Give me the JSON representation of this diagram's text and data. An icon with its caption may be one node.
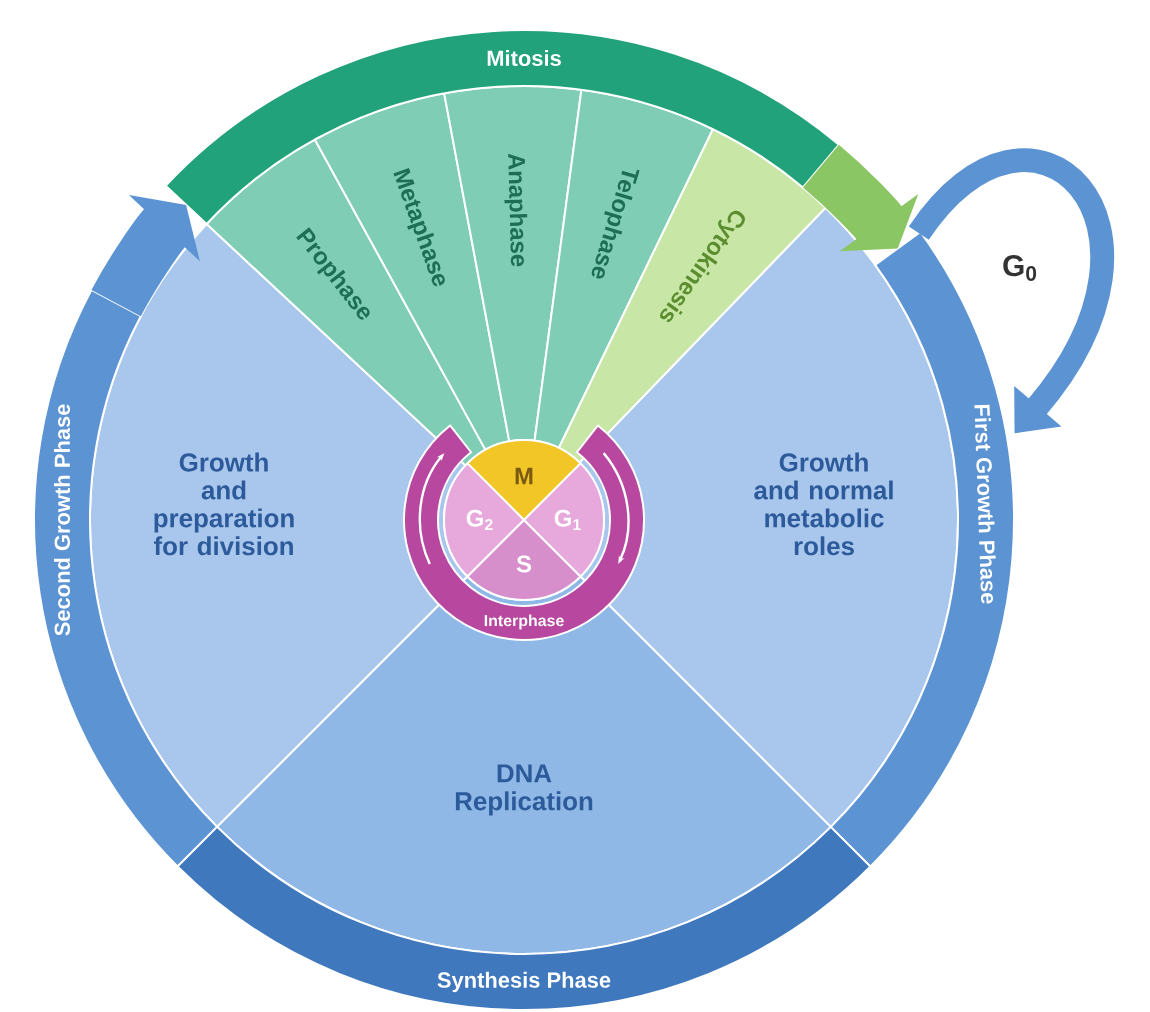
{
  "diagram": {
    "nodes": [
      {
        "text": [
          "Mitosis"
        ]
      },
      {
        "text": [
          "Prophase"
        ]
      },
      {
        "text": [
          "Metaphase"
        ]
      },
      {
        "text": [
          "Anaphase"
        ]
      },
      {
        "text": [
          "Telophase"
        ]
      },
      {
        "text": [
          "Cytokinesis"
        ]
      },
      {
        "text": [
          "Second Growth Phase"
        ]
      },
      {
        "text": [
          "Synthesis Phase"
        ]
      },
      {
        "text": [
          "First Growth Phase"
        ]
      },
      {
        "text": [
          "Growth and preparation for division"
        ]
      },
      {
        "text": [
          "DNA Replication"
        ]
      },
      {
        "text": [
          "Growth and normal metabolic roles"
        ]
      },
      {
        "text": [
          "M"
        ]
      },
      {
        "text": [
          "G$_{2}$"
        ]
      },
      {
        "text": [
          "S"
        ]
      },
      {
        "text": [
          "G$_{1}$"
        ]
      },
      {
        "text": [
          "Interphase"
        ]
      }
    ],
    "edges": [
      {
        "from": 6,
        "to": 0,
        "arrow": "to"
      },
      {
        "from": 0,
        "to": 8,
        "arrow": "to",
        "color": "#8bc665"
      },
      {
        "from": 8,
        "to": 8,
        "arrow": "to",
        "label": "G$_{0}$"
      }
    ]
  }
}
